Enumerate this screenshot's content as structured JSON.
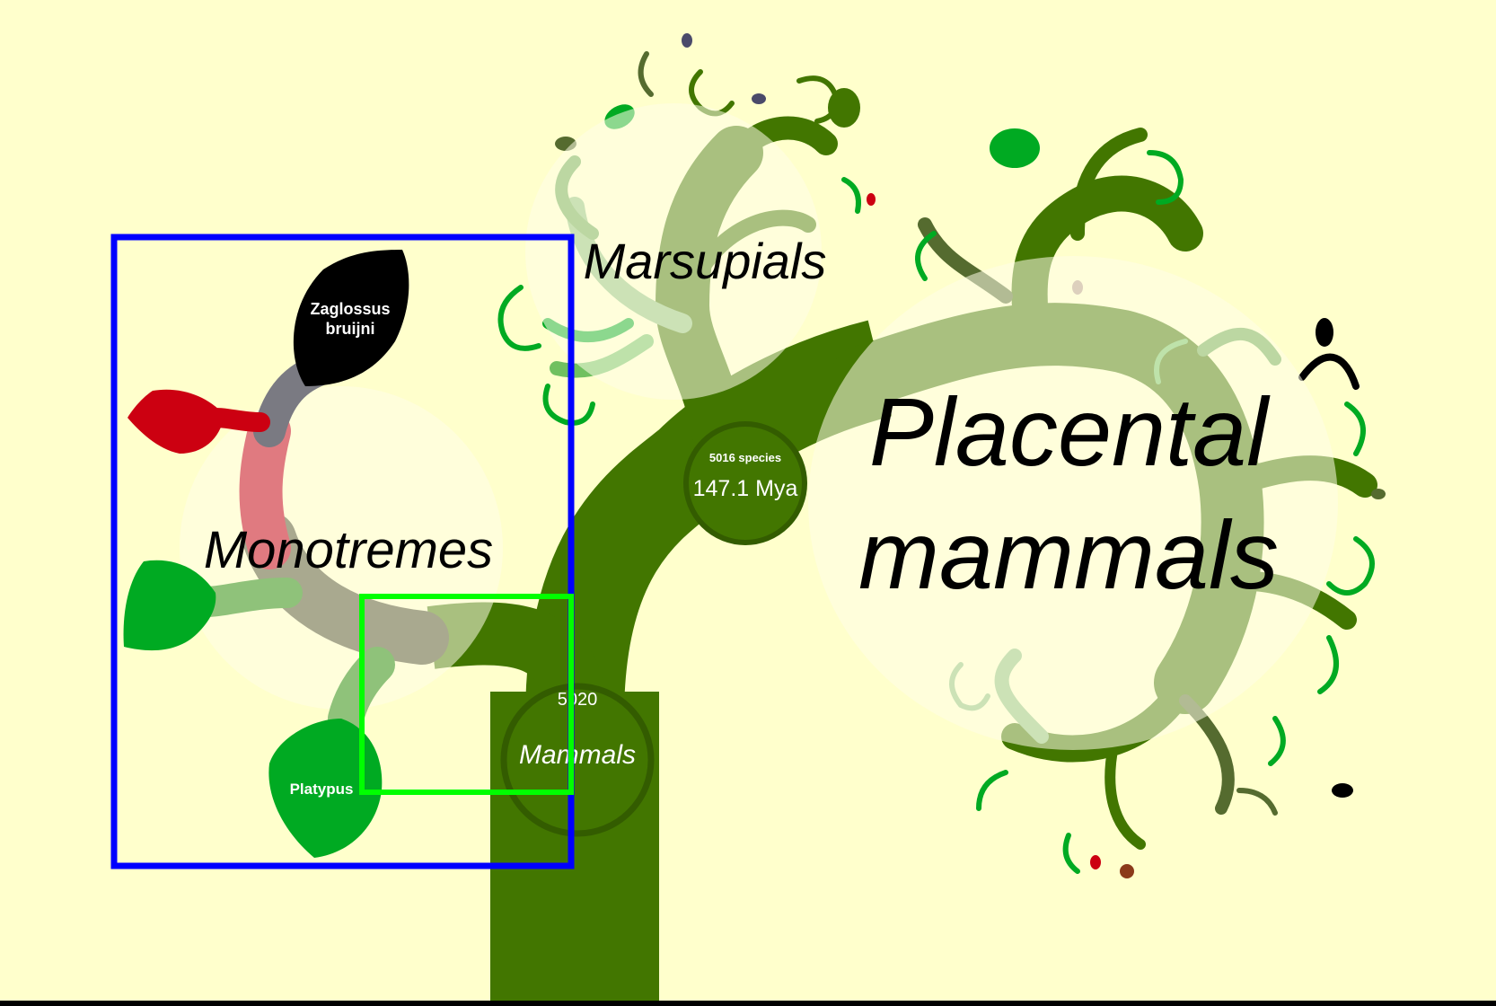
{
  "tree": {
    "root": {
      "species_count": "5020",
      "name": "Mammals"
    },
    "placental_node": {
      "species_count": "5016 species",
      "age": "147.1 Mya"
    },
    "clades": {
      "monotremes": "Monotremes",
      "marsupials": "Marsupials",
      "placental_line1": "Placental",
      "placental_line2": "mammals"
    },
    "leaves": {
      "zaglossus_line1": "Zaglossus",
      "zaglossus_line2": "bruijni",
      "platypus": "Platypus"
    }
  },
  "colors": {
    "background": "#ffffcc",
    "trunk": "#427600",
    "leaf_green": "#00aa22",
    "leaf_black": "#000000",
    "leaf_red": "#cc0011",
    "branch_pink": "#e07a80",
    "selection_blue": "#0000ff",
    "selection_green": "#00ff00"
  }
}
